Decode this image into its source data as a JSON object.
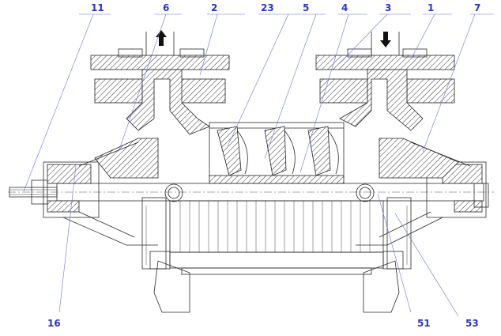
{
  "callouts": [
    {
      "id": "11",
      "label": "11"
    },
    {
      "id": "6",
      "label": "6"
    },
    {
      "id": "2",
      "label": "2"
    },
    {
      "id": "23",
      "label": "23"
    },
    {
      "id": "5",
      "label": "5"
    },
    {
      "id": "4",
      "label": "4"
    },
    {
      "id": "3",
      "label": "3"
    },
    {
      "id": "1",
      "label": "1"
    },
    {
      "id": "7",
      "label": "7"
    },
    {
      "id": "16",
      "label": "16"
    },
    {
      "id": "51",
      "label": "51"
    },
    {
      "id": "53",
      "label": "53"
    }
  ],
  "flow_arrows": [
    {
      "name": "outlet-arrow",
      "direction": "up"
    },
    {
      "name": "inlet-arrow",
      "direction": "down"
    }
  ],
  "colors": {
    "label": "#2b35c9",
    "leader": "#6b77d6",
    "ink": "#2a2a2a"
  }
}
